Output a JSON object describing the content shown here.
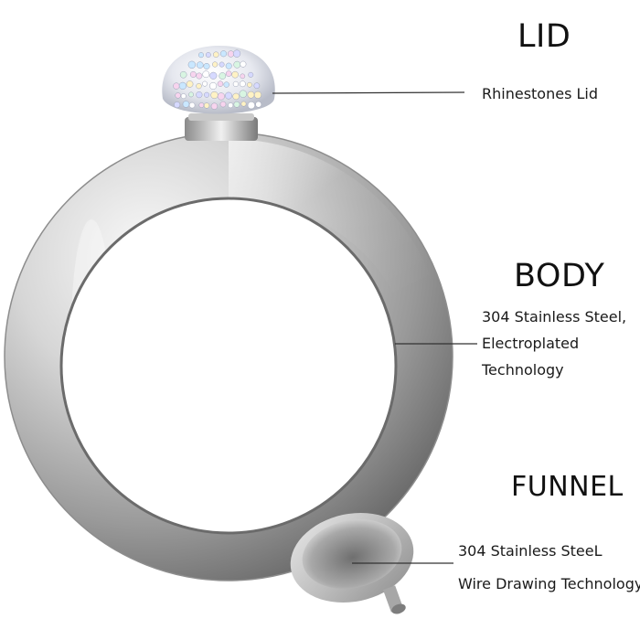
{
  "labels": {
    "lid": {
      "heading": "LID",
      "lines": [
        "Rhinestones Lid"
      ]
    },
    "body": {
      "heading": "BODY",
      "lines": [
        "304 Stainless Steel,",
        "Electroplated",
        "Technology"
      ]
    },
    "funnel": {
      "heading": "FUNNEL",
      "lines": [
        "304 Stainless SteeL",
        "Wire Drawing Technology"
      ]
    }
  },
  "colors": {
    "steel_light": "#f4f4f4",
    "steel_mid": "#b9b9b9",
    "steel_dark": "#5e5e5e",
    "callout_line": "#333333",
    "background": "#ffffff"
  }
}
